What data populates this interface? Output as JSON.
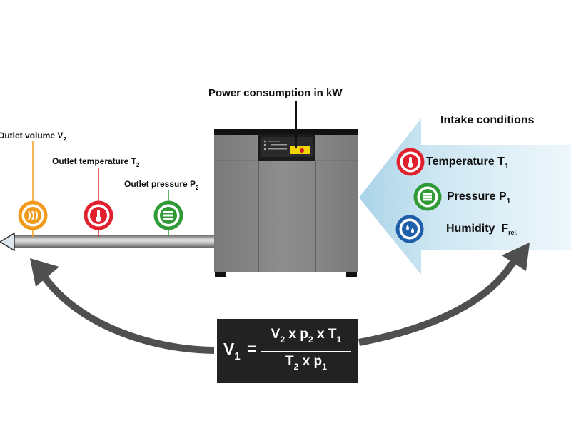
{
  "labels": {
    "power": "Power consumption in kW",
    "intake_title": "Intake conditions",
    "outlet_volume": {
      "text": "Outlet volume V",
      "sub": "2"
    },
    "outlet_temperature": {
      "text": "Outlet temperature T",
      "sub": "2"
    },
    "outlet_pressure": {
      "text": "Outlet pressure P",
      "sub": "2"
    },
    "intake_temperature": {
      "text": "Temperature T",
      "sub": "1"
    },
    "intake_pressure": {
      "text": "Pressure P",
      "sub": "1"
    },
    "intake_humidity": {
      "text": "Humidity  F",
      "sub": "rel."
    }
  },
  "formula": {
    "lhs": "V",
    "lhs_sub": "1",
    "equals": "=",
    "numerator": [
      {
        "t": "V",
        "s": "2"
      },
      {
        "t": " x p",
        "s": "2"
      },
      {
        "t": " x T",
        "s": "1"
      }
    ],
    "denominator": [
      {
        "t": "T",
        "s": "2"
      },
      {
        "t": " x p",
        "s": "1"
      }
    ]
  },
  "colors": {
    "orange": "#f29a1c",
    "red": "#e0202c",
    "green": "#2f9a36",
    "blue": "#1f5faa",
    "machine": "#8a8a8a",
    "formula_bg": "#222222",
    "arrow": "#555555",
    "intake_arrow": "#cde6f2"
  },
  "icons": {
    "outlet_volume": "flow-icon",
    "outlet_temperature": "thermometer-icon",
    "outlet_pressure": "pressure-icon",
    "intake_temperature": "thermometer-icon",
    "intake_pressure": "pressure-icon",
    "intake_humidity": "droplets-icon"
  }
}
